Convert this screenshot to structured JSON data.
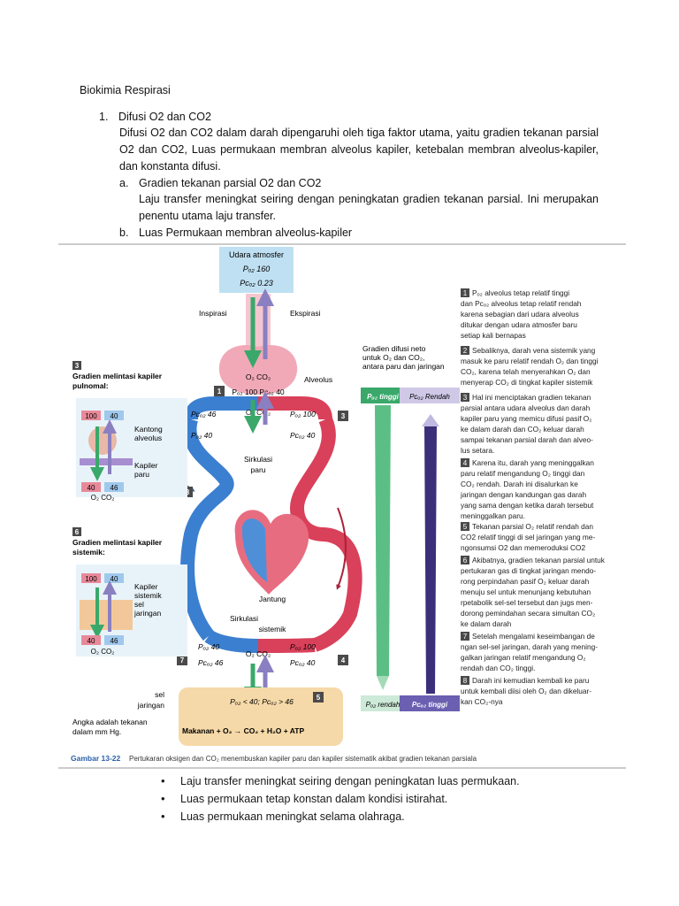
{
  "document": {
    "title": "Biokimia Respirasi",
    "section1": {
      "number": "1.",
      "heading": "Difusi O2 dan CO2",
      "body": "Difusi O2 dan CO2 dalam darah dipengaruhi oleh tiga faktor utama, yaitu gradien tekanan parsial O2 dan CO2, Luas permukaan membran alveolus kapiler, ketebalan membran alveolus-kapiler, dan konstanta difusi."
    },
    "subsection_a": {
      "marker": "a.",
      "heading": "Gradien tekanan parsial O2 dan CO2",
      "body": "Laju transfer meningkat seiring dengan peningkatan gradien tekanan parsial. Ini merupakan penentu utama laju transfer."
    },
    "subsection_b": {
      "marker": "b.",
      "heading": "Luas Permukaan membran alveolus-kapiler"
    },
    "bullets": [
      "Laju transfer meningkat seiring dengan peningkatan luas permukaan.",
      "Luas permukaan tetap konstan dalam kondisi istirahat.",
      "Luas permukaan meningkat selama olahraga."
    ]
  },
  "figure": {
    "atmosphere": {
      "title": "Udara atmosfer",
      "po2": "Pₒ₂ 160",
      "pco2": "Pᴄₒ₂ 0.23"
    },
    "inspirasi": "Inspirasi",
    "ekspirasi": "Ekspirasi",
    "alveolus_label": "Alveolus",
    "alveolus_gases": "O₂  CO₂",
    "alveolus_values": "Pₒ₂ 100  Pᴄₒ₂ 40",
    "pulmonary_left_top": "Pᴄₒ₂ 46",
    "pulmonary_left_bottom": "Pₒ₂ 40",
    "pulmonary_mid": "O₂  CO₂",
    "pulmonary_right_top": "Pₒ₂ 100",
    "pulmonary_right_bottom": "Pᴄₒ₂ 40",
    "sirkulasi_paru": [
      "Sirkulasi",
      "paru"
    ],
    "jantung": "Jantung",
    "sirkulasi_sistemik": [
      "Sirkulasi",
      "sistemik"
    ],
    "systemic_left_top": "Pₒ₂ 40",
    "systemic_left_bottom": "Pᴄₒ₂ 46",
    "systemic_mid": "O₂  CO₂",
    "systemic_right_top": "Pₒ₂ 100",
    "systemic_right_bottom": "Pᴄₒ₂ 40",
    "tissue_values": "Pₒ₂ < 40; Pᴄₒ₂ > 46",
    "sel_jaringan": [
      "sel",
      "jaringan"
    ],
    "metabolism": "Makanan + O₂ → CO₂ + H₂O + ATP",
    "units_note": [
      "Angka adalah tekanan",
      "dalam mm Hg."
    ],
    "step_numbers": [
      "1",
      "2",
      "3",
      "4",
      "5",
      "6",
      "7",
      "8"
    ],
    "panel3": {
      "num": "3",
      "title": [
        "Gradien melintasi kapiler",
        "pulnomal:"
      ],
      "top_o2": "100",
      "top_co2": "40",
      "label1": [
        "Kantong",
        "alveolus"
      ],
      "label2": [
        "Kapiler",
        "paru"
      ],
      "bottom_o2": "40",
      "bottom_co2": "46",
      "gas_labels": "O₂  CO₂"
    },
    "panel6": {
      "num": "6",
      "title": [
        "Gradien melintasi kapiler",
        "sistemik:"
      ],
      "top_o2": "100",
      "top_co2": "40",
      "label1": [
        "Kapiler",
        "sistemik",
        "sel",
        "jaringan"
      ],
      "bottom_o2": "40",
      "bottom_co2": "46",
      "gas_labels": "O₂  CO₂"
    },
    "gradient_title": [
      "Gradien difusi neto",
      "untuk O₂ dan CO₂,",
      "antara paru dan jaringan"
    ],
    "po2_high": "Pₒ₂ tinggi",
    "pco2_low": "Pᴄₒ₂ Rendah",
    "po2_low": "Pₒ₂ rendah",
    "pco2_high": "Pᴄₒ₂ tinggi",
    "steps_text": [
      {
        "num": "1",
        "lines": [
          "Pₒ₂ alveolus tetap relatif tinggi",
          "dan Pᴄₒ₂ alveolus tetap relatif rendah",
          "karena sebagian dari udara alveolus",
          "ditukar dengan udara atmosfer baru",
          "setiap kali bernapas"
        ]
      },
      {
        "num": "2",
        "lines": [
          "Sebaliknya, darah vena sistemik yang",
          "masuk ke paru relatif rendah O₂ dan tinggi",
          "CO₂, karena telah menyerahkan O₂ dan",
          "menyerap CO₂ di tingkat kapiler sistemik"
        ]
      },
      {
        "num": "3",
        "lines": [
          "Hal ini menciptakan gradien tekanan",
          "parsial antara udara alveolus dan darah",
          "kapiler paru yang memicu difusi pasif O₂",
          "ke dalam darah dan CO₂ keluar darah",
          "sampai tekanan parsial darah dan alveo-",
          "lus setara."
        ]
      },
      {
        "num": "4",
        "lines": [
          "Karena itu, darah yang meninggalkan",
          "paru relatif mengandung O₂ tinggi dan",
          "CO₂ rendah. Darah ini disalurkan ke",
          "jaringan dengan kandungan gas darah",
          "yang sama dengan ketika darah tersebut",
          "meninggalkan paru."
        ]
      },
      {
        "num": "5",
        "lines": [
          "Tekanan parsial O₂ relatif rendah dan",
          "CO2 relatif tinggi di sel jaringan yang me-",
          "ngonsumsi O2 dan memeroduksi CO2"
        ]
      },
      {
        "num": "6",
        "lines": [
          "Akibatnya, gradien tekanan parsial untuk",
          "pertukaran gas di tingkat jaringan mendo-",
          "rong perpindahan pasif O₂ keluar darah",
          "menuju sel untuk menunjang kebutuhan",
          "rpetabolik sel-sel tersebut dan jugs men-",
          "dorong pemindahan secara simultan CO₂",
          "ke dalam darah"
        ]
      },
      {
        "num": "7",
        "lines": [
          "Setelah mengalami keseimbangan de",
          "ngan sel-sel jaringan, darah yang mening-",
          "galkan jaringan relatif mengandung O₂",
          "rendah dan CO₂ tinggi."
        ]
      },
      {
        "num": "8",
        "lines": [
          "Darah ini kemudian kembali ke paru",
          "untuk kembali diisi oleh O₂ dan dikeluar-",
          "kan CO₂-nya"
        ]
      }
    ],
    "caption_label": "Gambar 13-22",
    "caption_text": "Pertukaran oksigen dan CO₂ menembuskan kapiler paru dan kapiler sistematik akibat gradien tekanan parsiala"
  },
  "colors": {
    "oxygen_green": "#3aa86a",
    "co2_purple": "#8a7fc0",
    "artery_red": "#d9405a",
    "vein_blue": "#3b7fd0",
    "step_box": "#4a4a4a",
    "panel_bg": "#bfe0f2"
  }
}
